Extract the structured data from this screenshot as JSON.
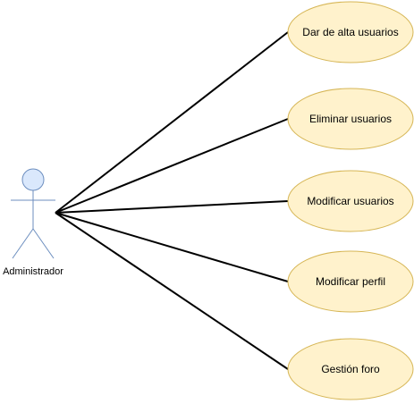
{
  "actor": {
    "name": "Administrador"
  },
  "use_cases": [
    {
      "label": "Dar de alta usuarios"
    },
    {
      "label": "Eliminar usuarios"
    },
    {
      "label": "Modificar usuarios"
    },
    {
      "label": "Modificar perfil"
    },
    {
      "label": "Gestión foro"
    }
  ],
  "colors": {
    "usecase_fill": "#fff2cc",
    "usecase_stroke": "#d6b656",
    "actor_fill": "#dae8fc",
    "actor_stroke": "#6c8ebf",
    "association_line": "#000000"
  }
}
